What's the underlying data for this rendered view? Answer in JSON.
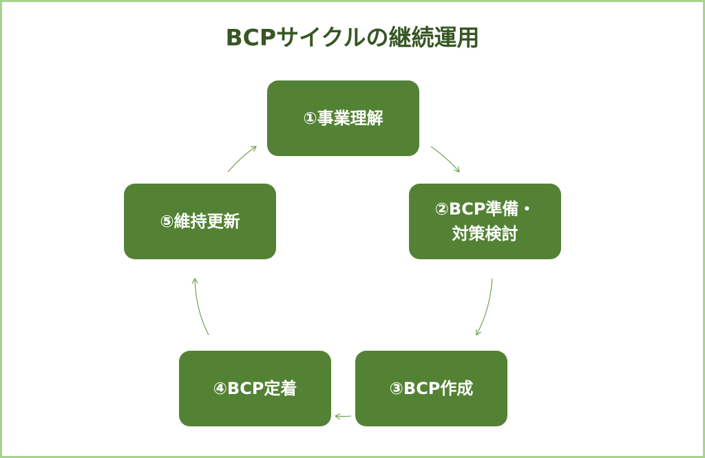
{
  "title": "BCPサイクルの継続運用",
  "steps": [
    {
      "label": "①事業理解"
    },
    {
      "label": "②BCP準備・\n対策検討"
    },
    {
      "label": "③BCP作成"
    },
    {
      "label": "④BCP定着"
    },
    {
      "label": "⑤維持更新"
    }
  ],
  "colors": {
    "box": "#548235",
    "title": "#375623",
    "border": "#a9d18e",
    "arrow": "#70a050"
  }
}
